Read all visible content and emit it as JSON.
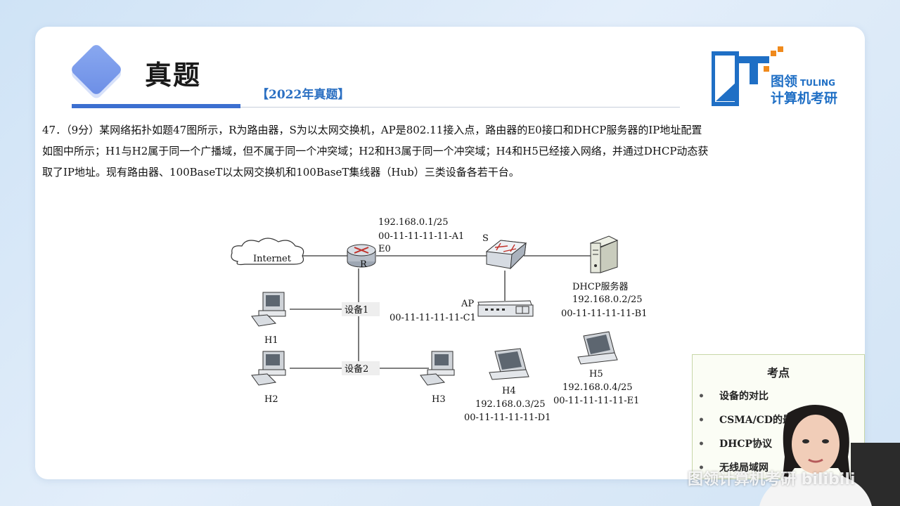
{
  "slide": {
    "title": "真题",
    "subtitle": "【2022年真题】",
    "question_lines": [
      "47．（9分）某网络拓扑如题47图所示，R为路由器，S为以太网交换机，AP是802.11接入点，路由器的E0接口和DHCP服务器的IP地址配置",
      "如图中所示；H1与H2属于同一个广播域，但不属于同一个冲突域；H2和H3属于同一个冲突域；H4和H5已经接入网络，并通过DHCP动态获",
      "取了IP地址。现有路由器、100BaseT以太网交换机和100BaseT集线器（Hub）三类设备各若干台。"
    ]
  },
  "logo": {
    "cn": "图领",
    "en": "TULING",
    "tagline": "计算机考研",
    "colors": {
      "blue": "#1f6fc5",
      "orange": "#f08a1c"
    }
  },
  "diagram": {
    "internet": "Internet",
    "router_label": "R",
    "router_ip": "192.168.0.1/25",
    "router_mac": "00-11-11-11-11-A1",
    "router_iface": "E0",
    "switch_label": "S",
    "dhcp_label": "DHCP服务器",
    "dhcp_ip": "192.168.0.2/25",
    "dhcp_mac": "00-11-11-11-11-B1",
    "ap_label": "AP",
    "ap_mac": "00-11-11-11-11-C1",
    "device1": "设备1",
    "device2": "设备2",
    "h1": "H1",
    "h2": "H2",
    "h3": "H3",
    "h4": "H4",
    "h4_ip": "192.168.0.3/25",
    "h4_mac": "00-11-11-11-11-D1",
    "h5": "H5",
    "h5_ip": "192.168.0.4/25",
    "h5_mac": "00-11-11-11-11-E1"
  },
  "keypoints": {
    "title": "考点",
    "bullet": "•",
    "items": [
      "设备的对比",
      "CSMA/CD的最短",
      "DHCP协议",
      "无线局域网"
    ]
  },
  "watermark": "图领计算机考研 bilibili"
}
